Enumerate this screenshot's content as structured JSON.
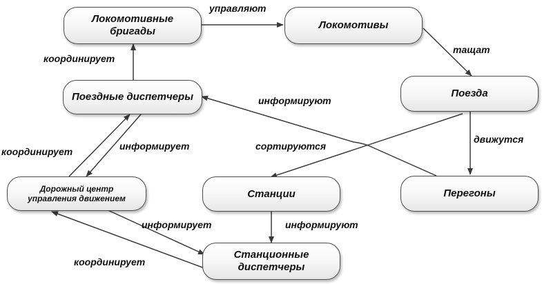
{
  "nodes": {
    "loco_brigades": "Локомотивные\nбригады",
    "locomotives": "Локомотивы",
    "trains": "Поезда",
    "train_dispatchers": "Поездные диспетчеры",
    "road_center": "Дорожный центр\nуправления движением",
    "stations": "Станции",
    "hauls": "Перегоны",
    "station_dispatchers": "Станционные\nдиспетчеры"
  },
  "edges": {
    "manage": "управляют",
    "pull": "тащат",
    "move": "движутся",
    "sorted": "сортируются",
    "inform_trains": "информируют",
    "coord_brigades": "координирует",
    "coord_dispatchers": "координирует",
    "inform_center": "информирует",
    "inform_station_disp": "информируют",
    "inform_center2": "информирует",
    "coord_station": "координирует"
  }
}
